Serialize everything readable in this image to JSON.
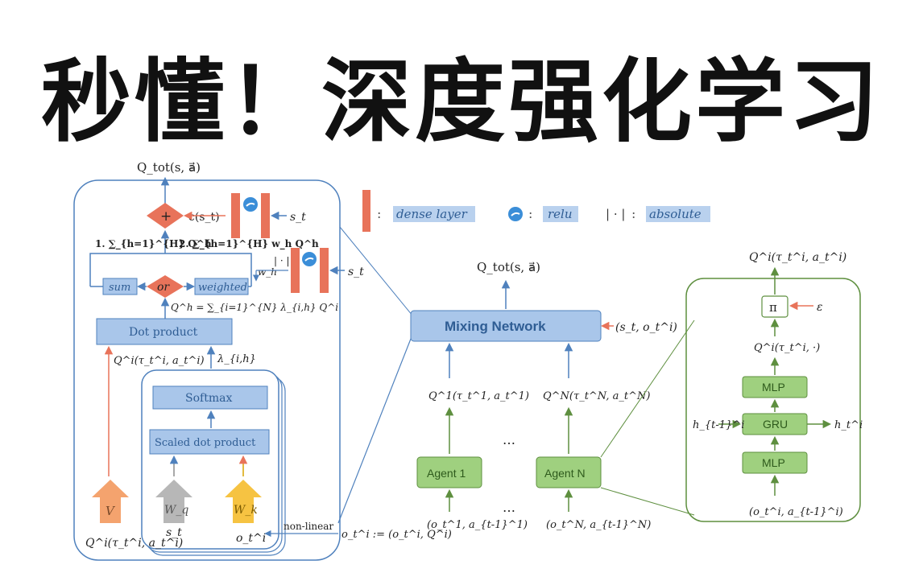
{
  "title": "秒懂！深度强化学习",
  "colors": {
    "blue_box": "#a9c6ea",
    "blue_line": "#4f81bd",
    "orange": "#e8735a",
    "orange_arrow": "#f4a36e",
    "gray_arrow": "#b7b7b7",
    "yellow_arrow": "#f6c342",
    "green_box": "#9fd07f",
    "green_line": "#5e8f3f",
    "text": "#222222"
  },
  "legend": {
    "dense_label": "dense layer",
    "relu_label": "relu",
    "abs_symbol": "| · |",
    "abs_label": "absolute",
    "colon": ":"
  },
  "attention": {
    "q_tot_top": "Q_tot(s, a⃗)",
    "plus": "+",
    "c_st": "c(s_t)",
    "s_t_right_1": "s_t",
    "sum_formula_1": "1. ∑_{h=1}^{H} Q^h",
    "sum_formula_2": "2. ∑_{h=1}^{H} w_h Q^h",
    "abs_small": "| · |",
    "w_h": "w_h",
    "s_t_right_2": "s_t",
    "sum_label": "sum",
    "or_label": "or",
    "weighted_label": "weighted",
    "qh_formula": "Q^h = ∑_{i=1}^{N} λ_{i,h} Q^i",
    "dot_product": "Dot product",
    "qi_label": "Q^i(τ_t^i, a_t^i)",
    "lambda_label": "λ_{i,h}",
    "softmax": "Softmax",
    "scaled_dot": "Scaled dot product",
    "v_label": "V",
    "wq_label": "W_q",
    "wk_label": "W_k",
    "bottom_q": "Q^i(τ_t^i, a_t^i)",
    "bottom_st": "s_t",
    "bottom_oi": "o_t^i",
    "non_linear": "non-linear",
    "oi_def": "o_t^i := (o_t^i, Q^i)"
  },
  "mixing": {
    "q_tot": "Q_tot(s, a⃗)",
    "mixing_network": "Mixing Network",
    "input": "(s_t, o_t^i)",
    "q1": "Q^1(τ_t^1, a_t^1)",
    "qn": "Q^N(τ_t^N, a_t^N)",
    "dots_mid": "…",
    "agent1": "Agent 1",
    "agentn": "Agent N",
    "obs1": "(o_t^1, a_{t-1}^1)",
    "obsn": "(o_t^N, a_{t-1}^N)",
    "dots_bottom": "…"
  },
  "agent_detail": {
    "q_out": "Q^i(τ_t^i, a_t^i)",
    "pi": "π",
    "epsilon": "ε",
    "q_mid": "Q^i(τ_t^i, ·)",
    "mlp_top": "MLP",
    "gru": "GRU",
    "h_in": "h_{t-1}^i",
    "h_out": "h_t^i",
    "mlp_bottom": "MLP",
    "obs": "(o_t^i, a_{t-1}^i)"
  }
}
